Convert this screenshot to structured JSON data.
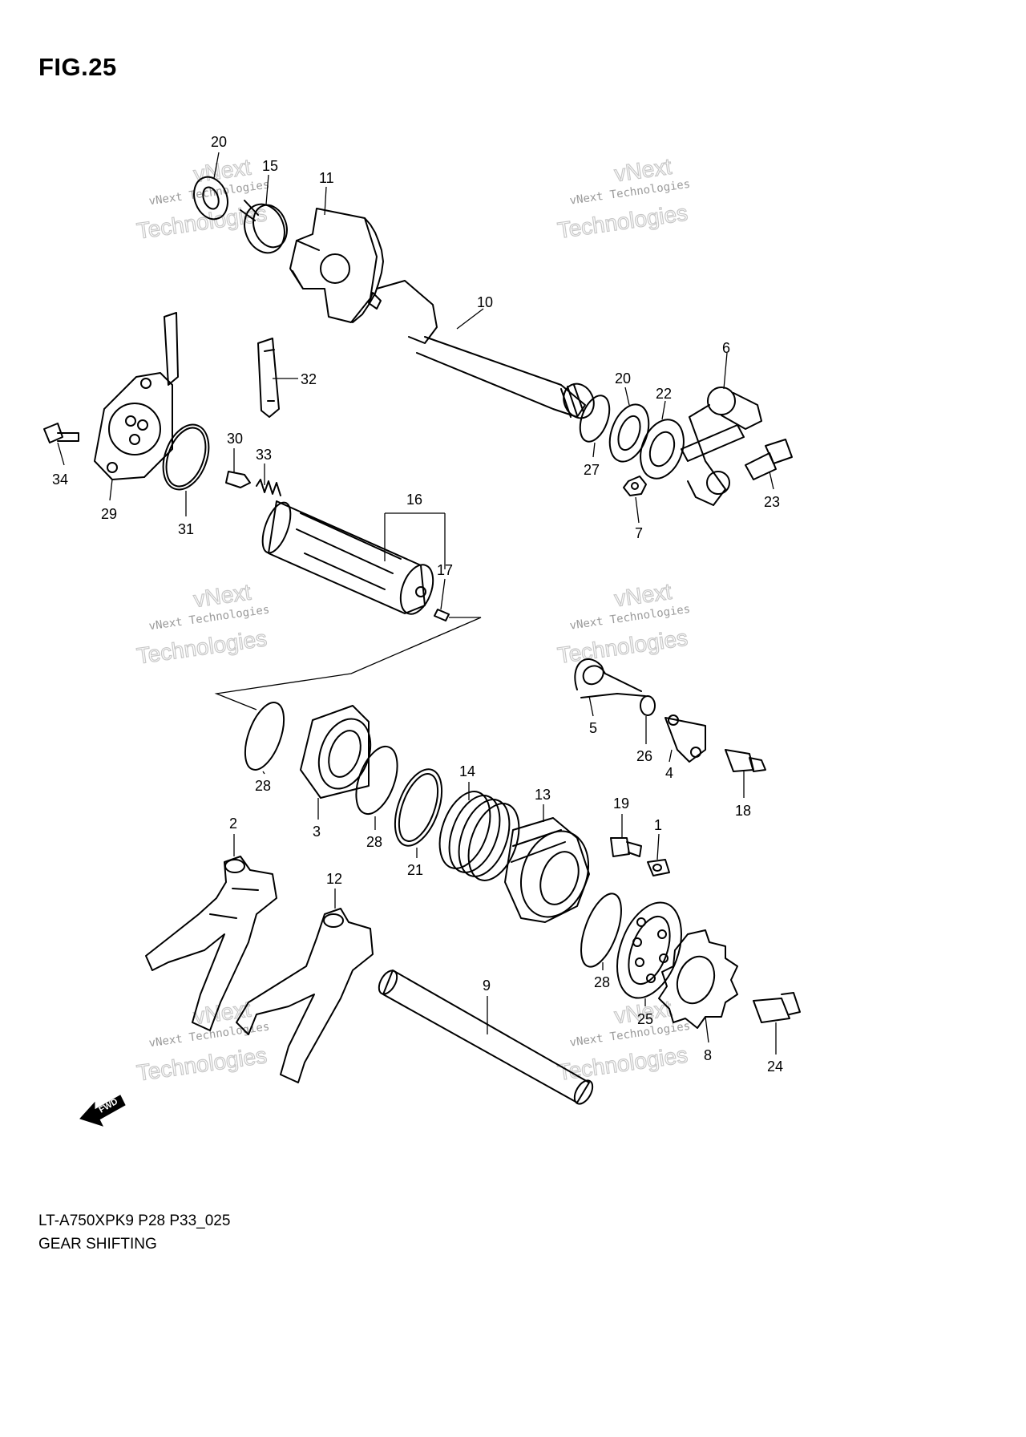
{
  "figure": {
    "title": "FIG.25"
  },
  "footer": {
    "model_code": "LT-A750XPK9 P28 P33_025",
    "caption": "GEAR SHIFTING"
  },
  "fwd_label": "FWD",
  "watermarks": [
    {
      "line1": "vNext Technologies",
      "line2": "Technologies",
      "overlay": "vNext"
    },
    {
      "line1": "vNext Technologies",
      "line2": "Technologies",
      "overlay": "vNext"
    },
    {
      "line1": "vNext Technologies",
      "line2": "Technologies",
      "overlay": "vNext"
    },
    {
      "line1": "vNext Technologies",
      "line2": "Technologies",
      "overlay": "vNext"
    },
    {
      "line1": "vNext Technologies",
      "line2": "Technologies",
      "overlay": "vNext"
    },
    {
      "line1": "vNext Technologies",
      "line2": "Technologies",
      "overlay": "vNext"
    }
  ],
  "callouts": [
    "20",
    "15",
    "11",
    "10",
    "32",
    "6",
    "20",
    "22",
    "27",
    "23",
    "7",
    "34",
    "29",
    "31",
    "30",
    "33",
    "16",
    "17",
    "5",
    "26",
    "4",
    "18",
    "28",
    "3",
    "28",
    "21",
    "14",
    "13",
    "19",
    "1",
    "2",
    "12",
    "28",
    "9",
    "25",
    "8",
    "24"
  ],
  "colors": {
    "line": "#000000",
    "watermark": "#9a9a9a"
  }
}
